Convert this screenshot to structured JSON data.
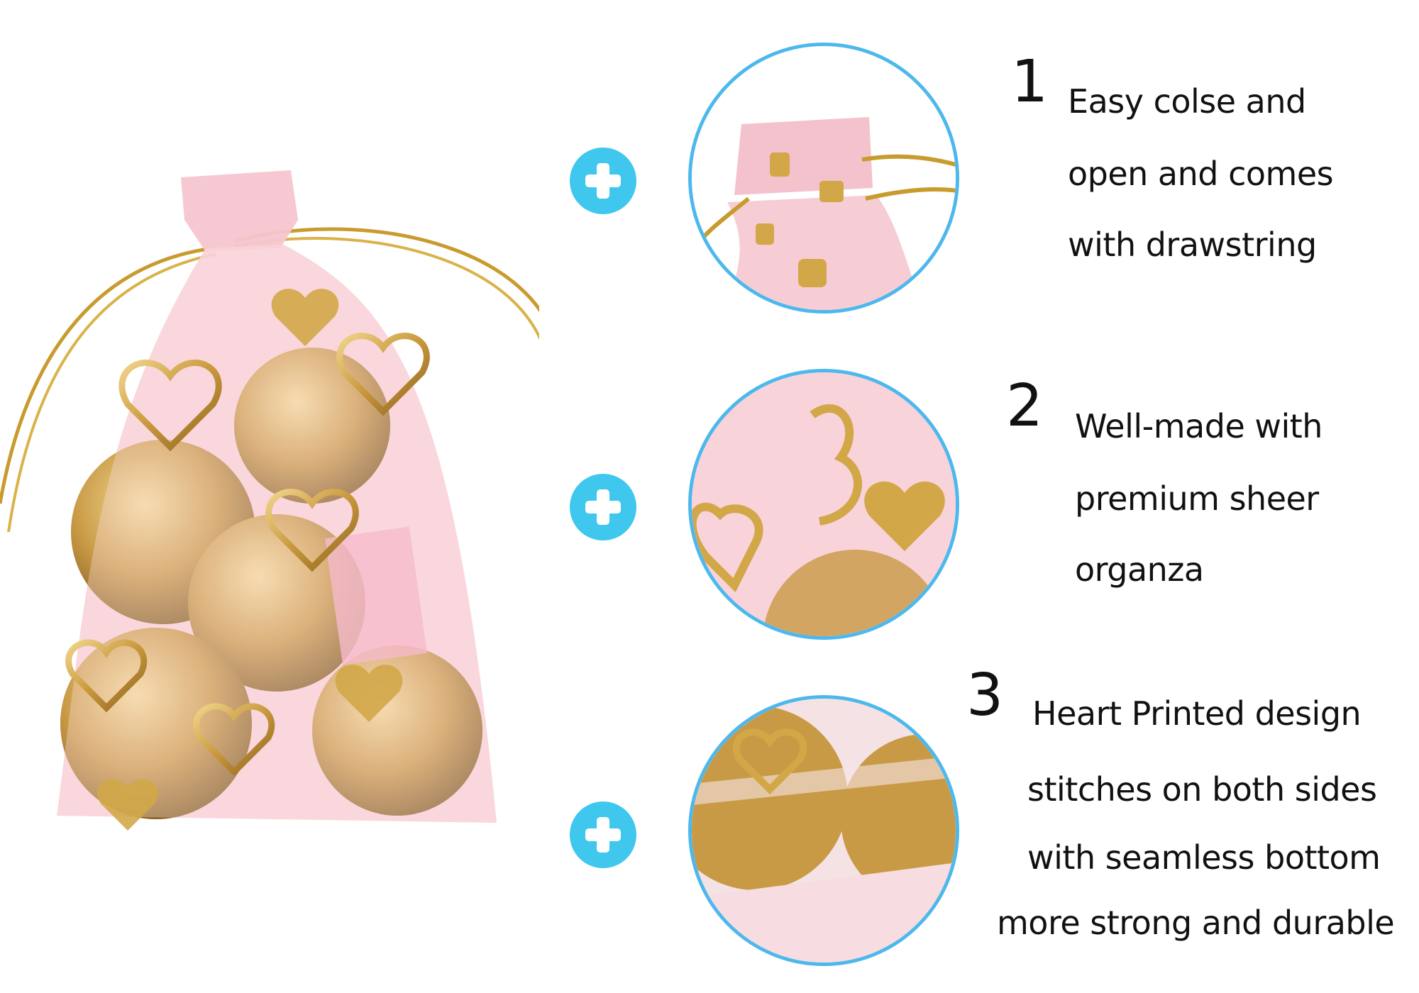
{
  "features": [
    {
      "number": "1",
      "lines": [
        "Easy colse and",
        "open and comes",
        "with drawstring"
      ]
    },
    {
      "number": "2",
      "lines": [
        "Well-made with",
        "premium sheer",
        "organza"
      ]
    },
    {
      "number": "3",
      "lines": [
        "Heart Printed design",
        "stitches on both sides",
        "with seamless bottom",
        "more strong and durable"
      ]
    }
  ],
  "icons": {
    "badge": "plus-icon"
  },
  "colors": {
    "badge": "#3fc7ee",
    "zoom_border": "#4db8ec",
    "bag_pink": "#f7c7cf",
    "gold": "#c9a042",
    "text": "#111111"
  }
}
